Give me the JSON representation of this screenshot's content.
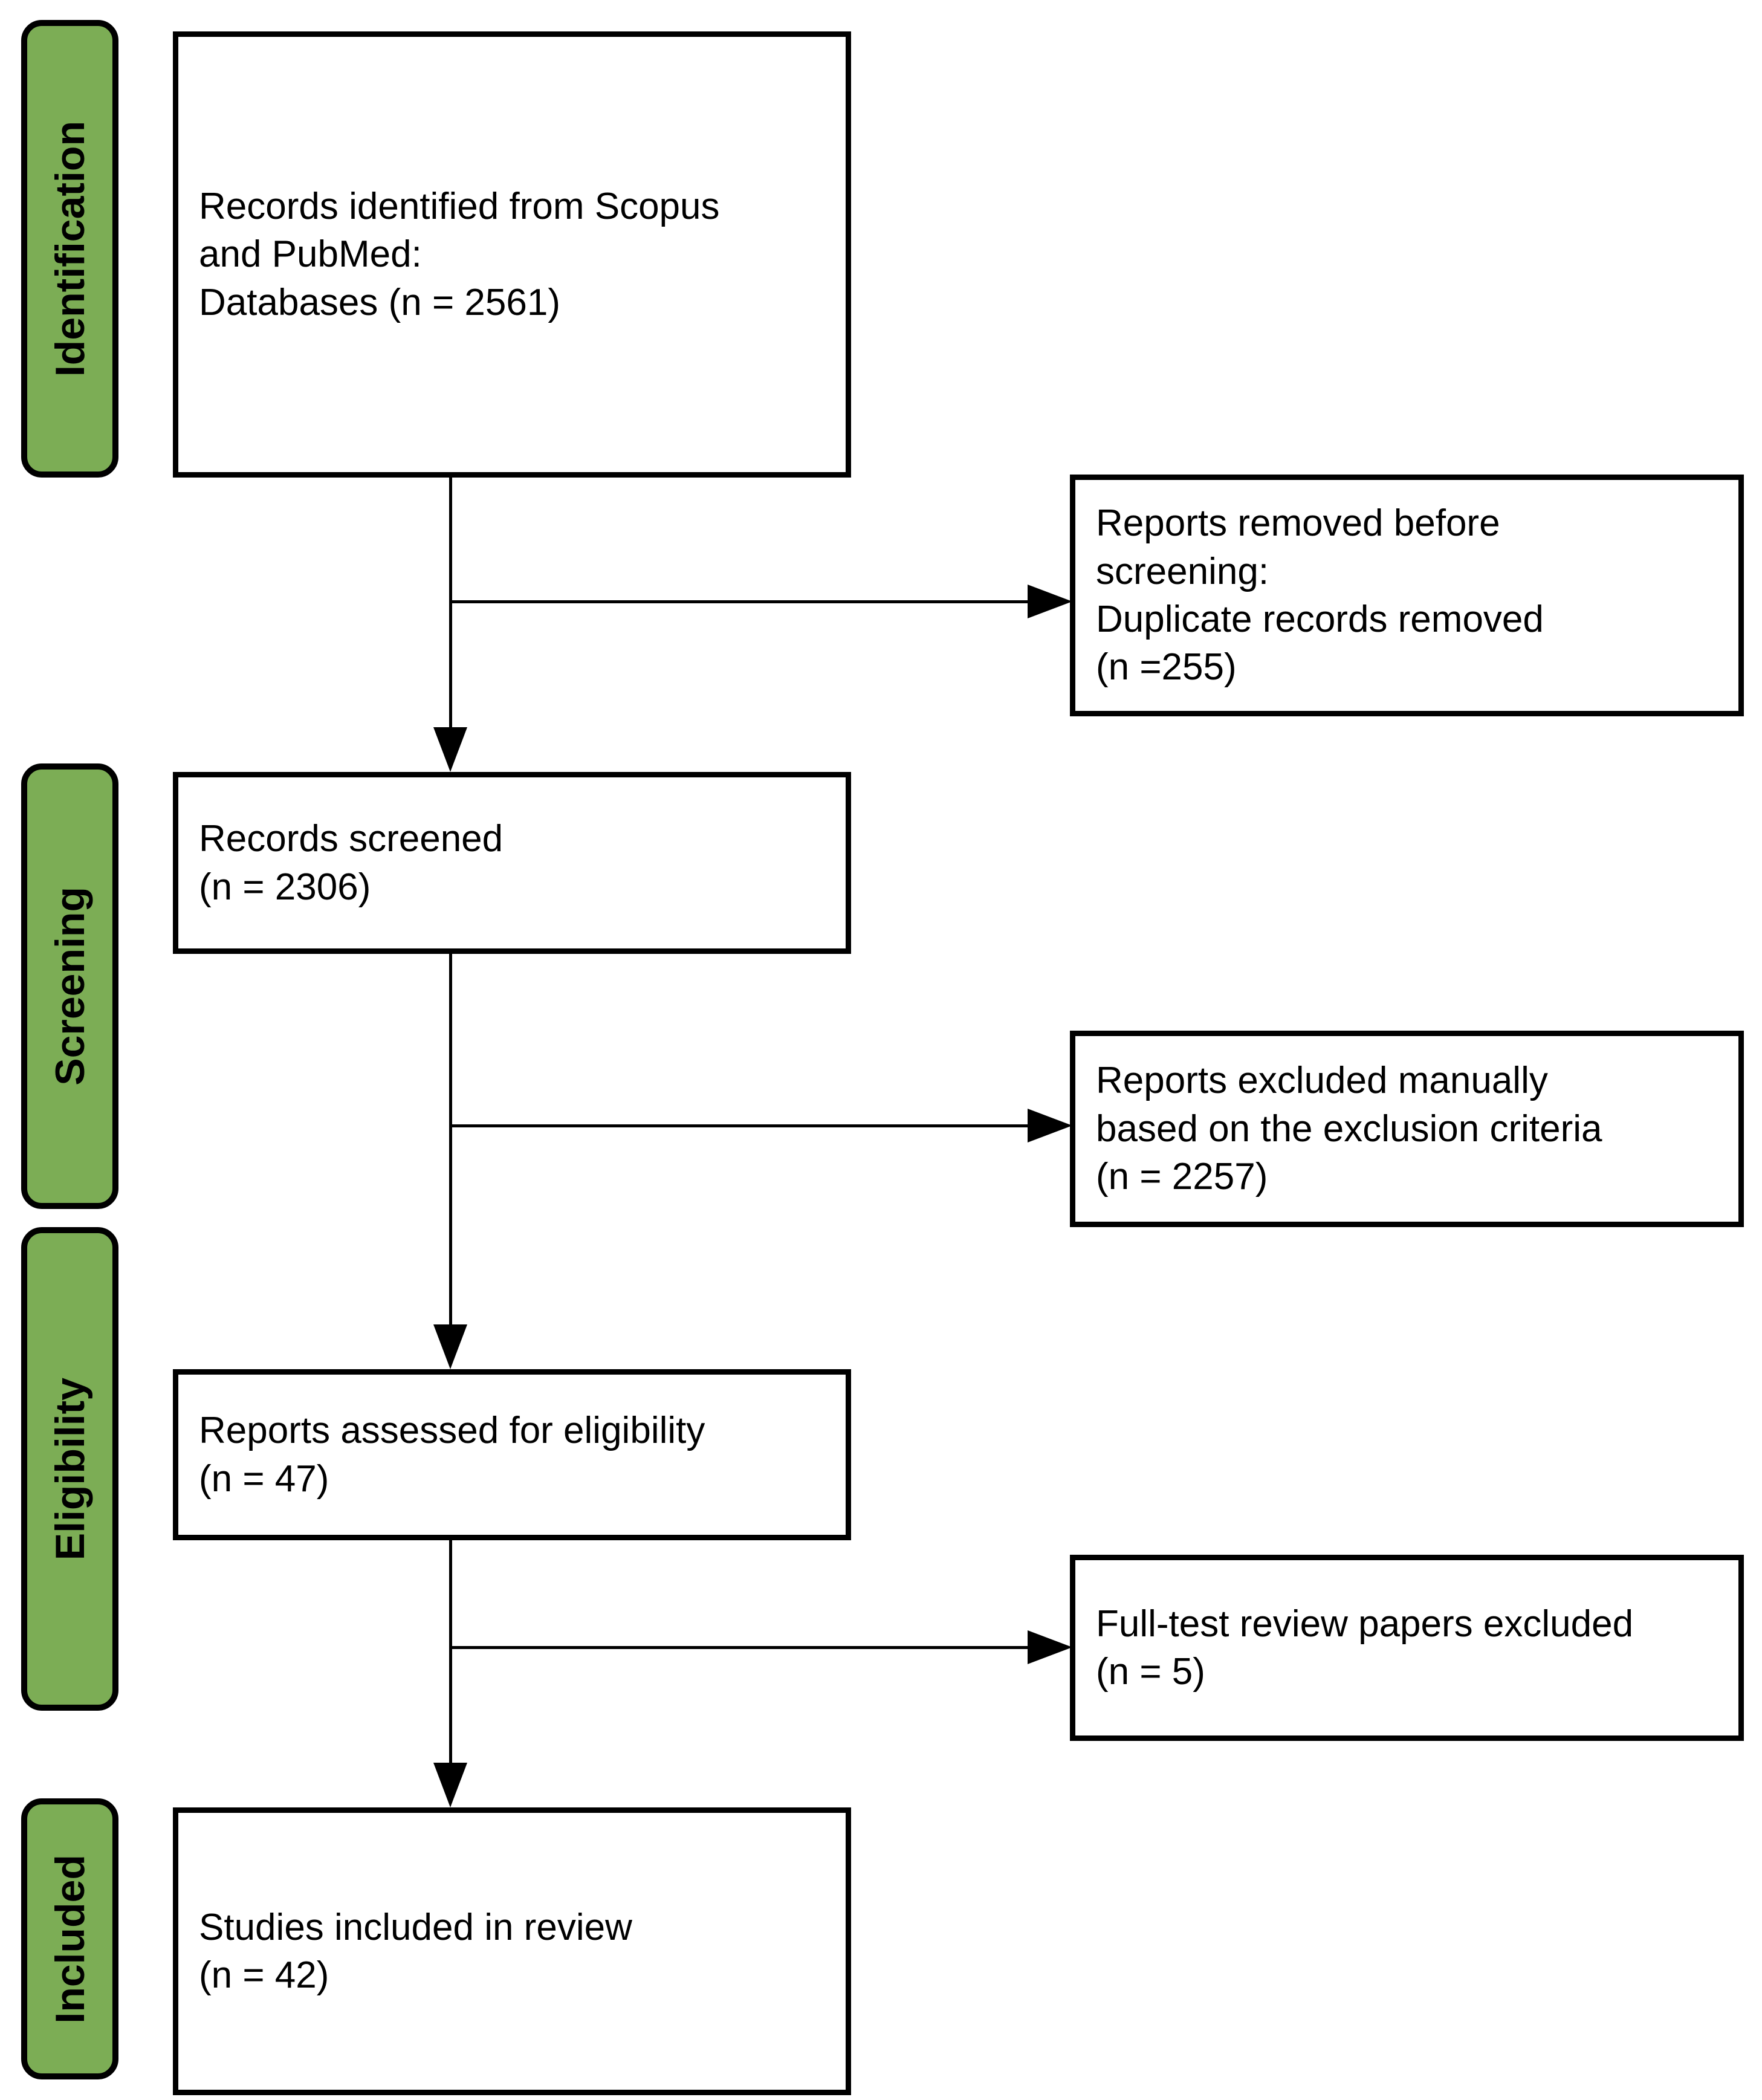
{
  "diagram": {
    "title": "PRISMA flow diagram",
    "accent_color": "#7CAD55",
    "line_color": "#000000",
    "box_fill": "#ffffff"
  },
  "stages": [
    {
      "id": "identification",
      "label": "Identification"
    },
    {
      "id": "screening",
      "label": "Screening"
    },
    {
      "id": "eligibility",
      "label": "Eligibility"
    },
    {
      "id": "included",
      "label": "Included"
    }
  ],
  "main_boxes": [
    {
      "id": "records-identified",
      "stage": "identification",
      "text": "Records identified from Scopus\nand PubMed:\n    Databases (n = 2561)"
    },
    {
      "id": "records-screened",
      "stage": "screening",
      "text": "Records screened\n(n = 2306)"
    },
    {
      "id": "reports-assessed",
      "stage": "eligibility",
      "text": "Reports assessed for eligibility\n(n = 47)"
    },
    {
      "id": "studies-included",
      "stage": "included",
      "text": "Studies included in review\n(n = 42)"
    }
  ],
  "side_boxes": [
    {
      "id": "reports-removed-before-screening",
      "text": "Reports removed before\nscreening:\n    Duplicate records removed\n    (n =255)"
    },
    {
      "id": "reports-excluded-manually",
      "text": "Reports excluded manually\nbased on the exclusion criteria\n(n = 2257)"
    },
    {
      "id": "full-text-review-papers-excluded",
      "text": "Full-test review papers excluded\n(n = 5)"
    }
  ],
  "chart_data": {
    "type": "diagram",
    "title": "PRISMA flow diagram",
    "nodes": [
      {
        "id": "records-identified",
        "label": "Records identified from Scopus and PubMed: Databases",
        "n": 2561,
        "stage": "Identification"
      },
      {
        "id": "reports-removed-before-screening",
        "label": "Reports removed before screening: Duplicate records removed",
        "n": 255,
        "stage": "Identification"
      },
      {
        "id": "records-screened",
        "label": "Records screened",
        "n": 2306,
        "stage": "Screening"
      },
      {
        "id": "reports-excluded-manually",
        "label": "Reports excluded manually based on the exclusion criteria",
        "n": 2257,
        "stage": "Screening"
      },
      {
        "id": "reports-assessed",
        "label": "Reports assessed for eligibility",
        "n": 47,
        "stage": "Eligibility"
      },
      {
        "id": "full-text-review-papers-excluded",
        "label": "Full-test review papers excluded",
        "n": 5,
        "stage": "Eligibility"
      },
      {
        "id": "studies-included",
        "label": "Studies included in review",
        "n": 42,
        "stage": "Included"
      }
    ],
    "edges": [
      {
        "from": "records-identified",
        "to": "reports-removed-before-screening",
        "direction": "right"
      },
      {
        "from": "records-identified",
        "to": "records-screened",
        "direction": "down"
      },
      {
        "from": "records-screened",
        "to": "reports-excluded-manually",
        "direction": "right"
      },
      {
        "from": "records-screened",
        "to": "reports-assessed",
        "direction": "down"
      },
      {
        "from": "reports-assessed",
        "to": "full-text-review-papers-excluded",
        "direction": "right"
      },
      {
        "from": "reports-assessed",
        "to": "studies-included",
        "direction": "down"
      }
    ]
  }
}
